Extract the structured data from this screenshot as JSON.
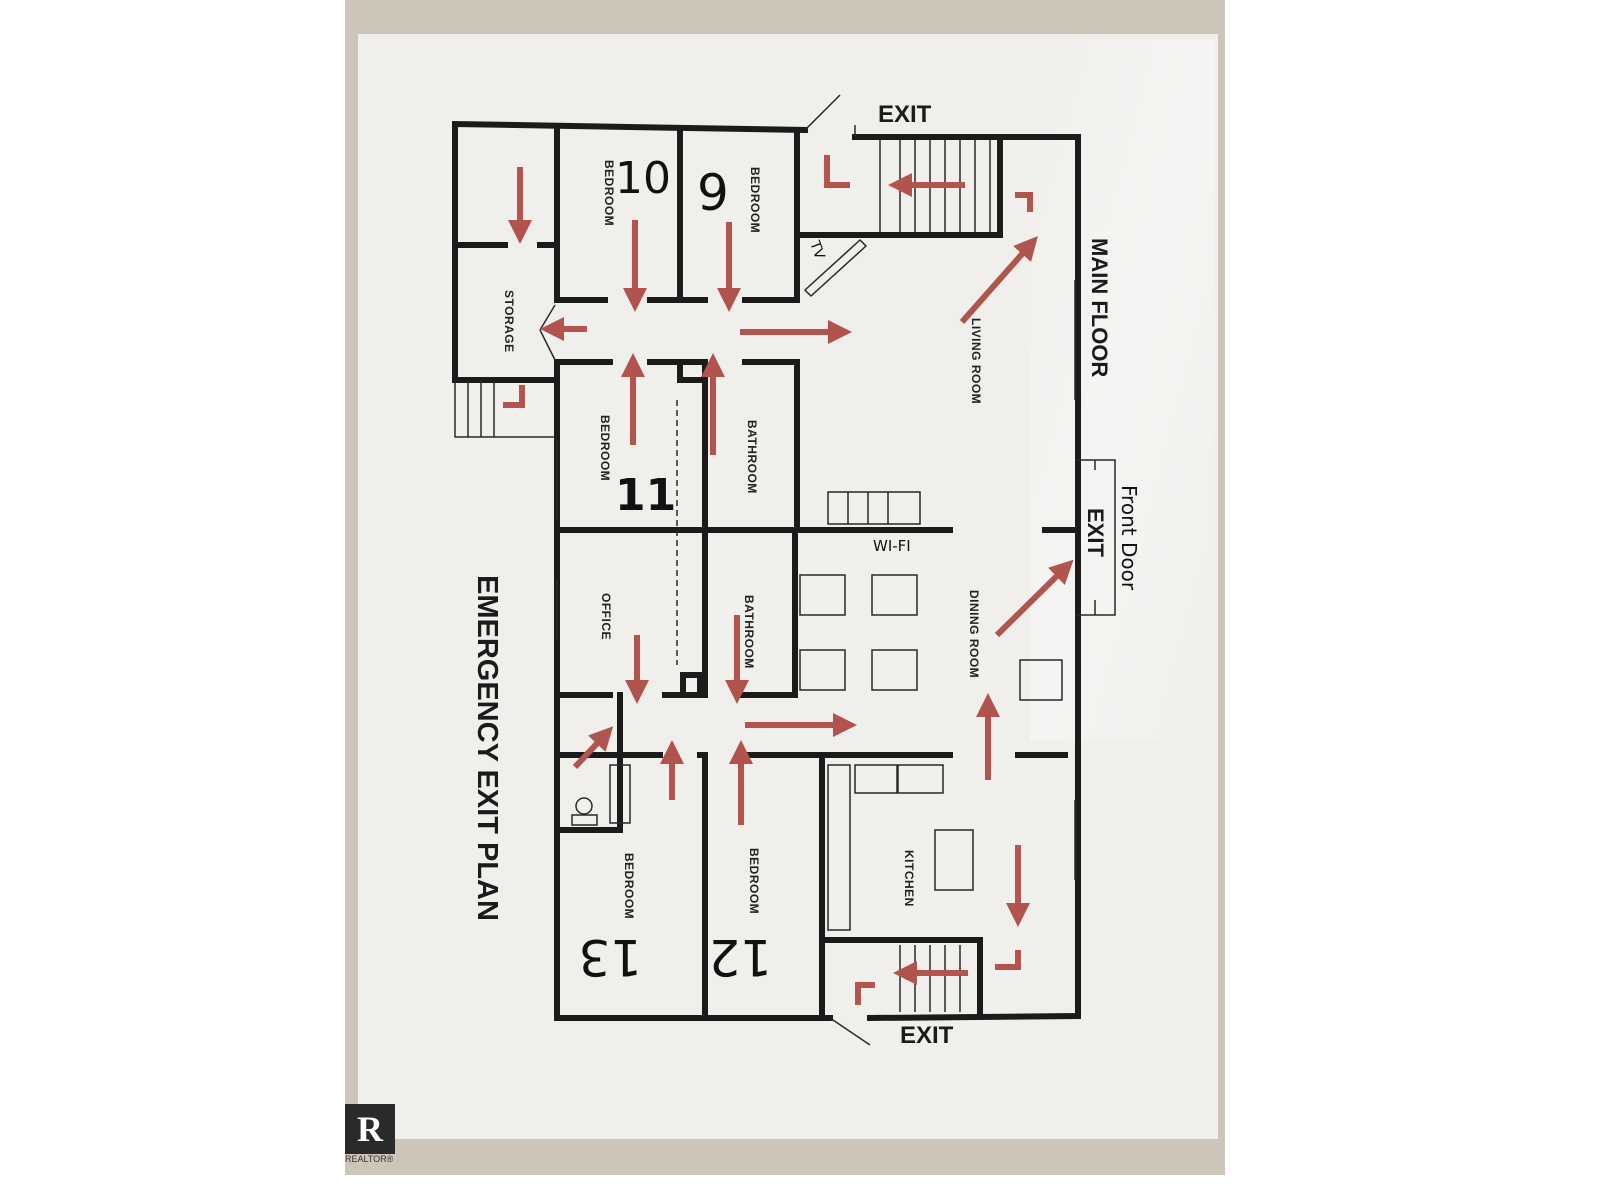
{
  "plan": {
    "title": "EMERGENCY EXIT PLAN",
    "floor": "MAIN FLOOR",
    "exit_top": "EXIT",
    "exit_front": "EXIT",
    "exit_bottom": "EXIT",
    "front_door_note": "Front Door",
    "wifi_note": "WI-FI",
    "tv_note": "TV",
    "rooms": {
      "bedroom_10": {
        "label": "BEDROOM",
        "number": "10"
      },
      "bedroom_9": {
        "label": "BEDROOM",
        "number": "9"
      },
      "storage": {
        "label": "STORAGE"
      },
      "living_room": {
        "label": "LIVING ROOM"
      },
      "bedroom_11": {
        "label": "BEDROOM",
        "number": "11"
      },
      "bathroom_1": {
        "label": "BATHROOM"
      },
      "office": {
        "label": "OFFICE"
      },
      "bathroom_2": {
        "label": "BATHROOM"
      },
      "dining_room": {
        "label": "DINING ROOM"
      },
      "kitchen": {
        "label": "KITCHEN"
      },
      "bedroom_13": {
        "label": "BEDROOM",
        "number": "13"
      },
      "bedroom_12": {
        "label": "BEDROOM",
        "number": "12"
      }
    }
  },
  "watermark": {
    "brand": "REALTOR®"
  },
  "colors": {
    "arrow": "#b0544d",
    "wall": "#1c1a1a",
    "paper": "#f1efec",
    "backdrop": "#cdc6b8"
  }
}
